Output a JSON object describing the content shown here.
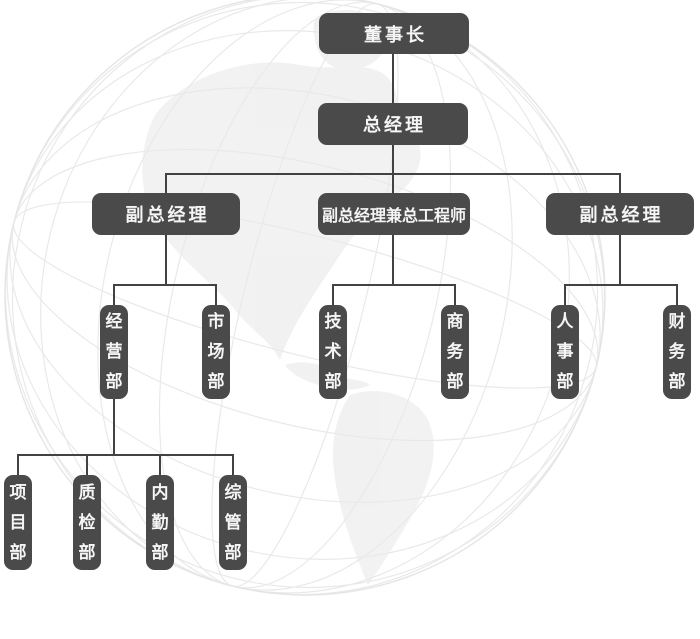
{
  "org": {
    "nodes": {
      "chairman": {
        "label": "董事长"
      },
      "general_manager": {
        "label": "总经理"
      },
      "deputy_gm_left": {
        "label": "副总经理"
      },
      "deputy_gm_chief_engineer": {
        "label": "副总经理兼总工程师"
      },
      "deputy_gm_right": {
        "label": "副总经理"
      },
      "business_dept": {
        "label": "经营部"
      },
      "market_dept": {
        "label": "市场部"
      },
      "tech_dept": {
        "label": "技术部"
      },
      "commerce_dept": {
        "label": "商务部"
      },
      "hr_dept": {
        "label": "人事部"
      },
      "finance_dept": {
        "label": "财务部"
      },
      "project_dept": {
        "label": "项目部"
      },
      "quality_dept": {
        "label": "质检部"
      },
      "internal_dept": {
        "label": "内勤部"
      },
      "general_mgmt_dept": {
        "label": "综管部"
      }
    },
    "edges": [
      {
        "from": "chairman",
        "to": [
          "general_manager"
        ]
      },
      {
        "from": "general_manager",
        "to": [
          "deputy_gm_left",
          "deputy_gm_chief_engineer",
          "deputy_gm_right"
        ]
      },
      {
        "from": "deputy_gm_left",
        "to": [
          "business_dept",
          "market_dept"
        ]
      },
      {
        "from": "deputy_gm_chief_engineer",
        "to": [
          "tech_dept",
          "commerce_dept"
        ]
      },
      {
        "from": "deputy_gm_right",
        "to": [
          "hr_dept",
          "finance_dept"
        ]
      },
      {
        "from": "business_dept",
        "to": [
          "project_dept",
          "quality_dept",
          "internal_dept",
          "general_mgmt_dept"
        ]
      }
    ],
    "colors": {
      "node_background": "#4a4a4a",
      "node_text": "#f5f5f5",
      "connector_line": "#424242",
      "watermark_land": "#ededed",
      "watermark_grid": "#e9e9e9",
      "page_background": "#ffffff"
    }
  }
}
